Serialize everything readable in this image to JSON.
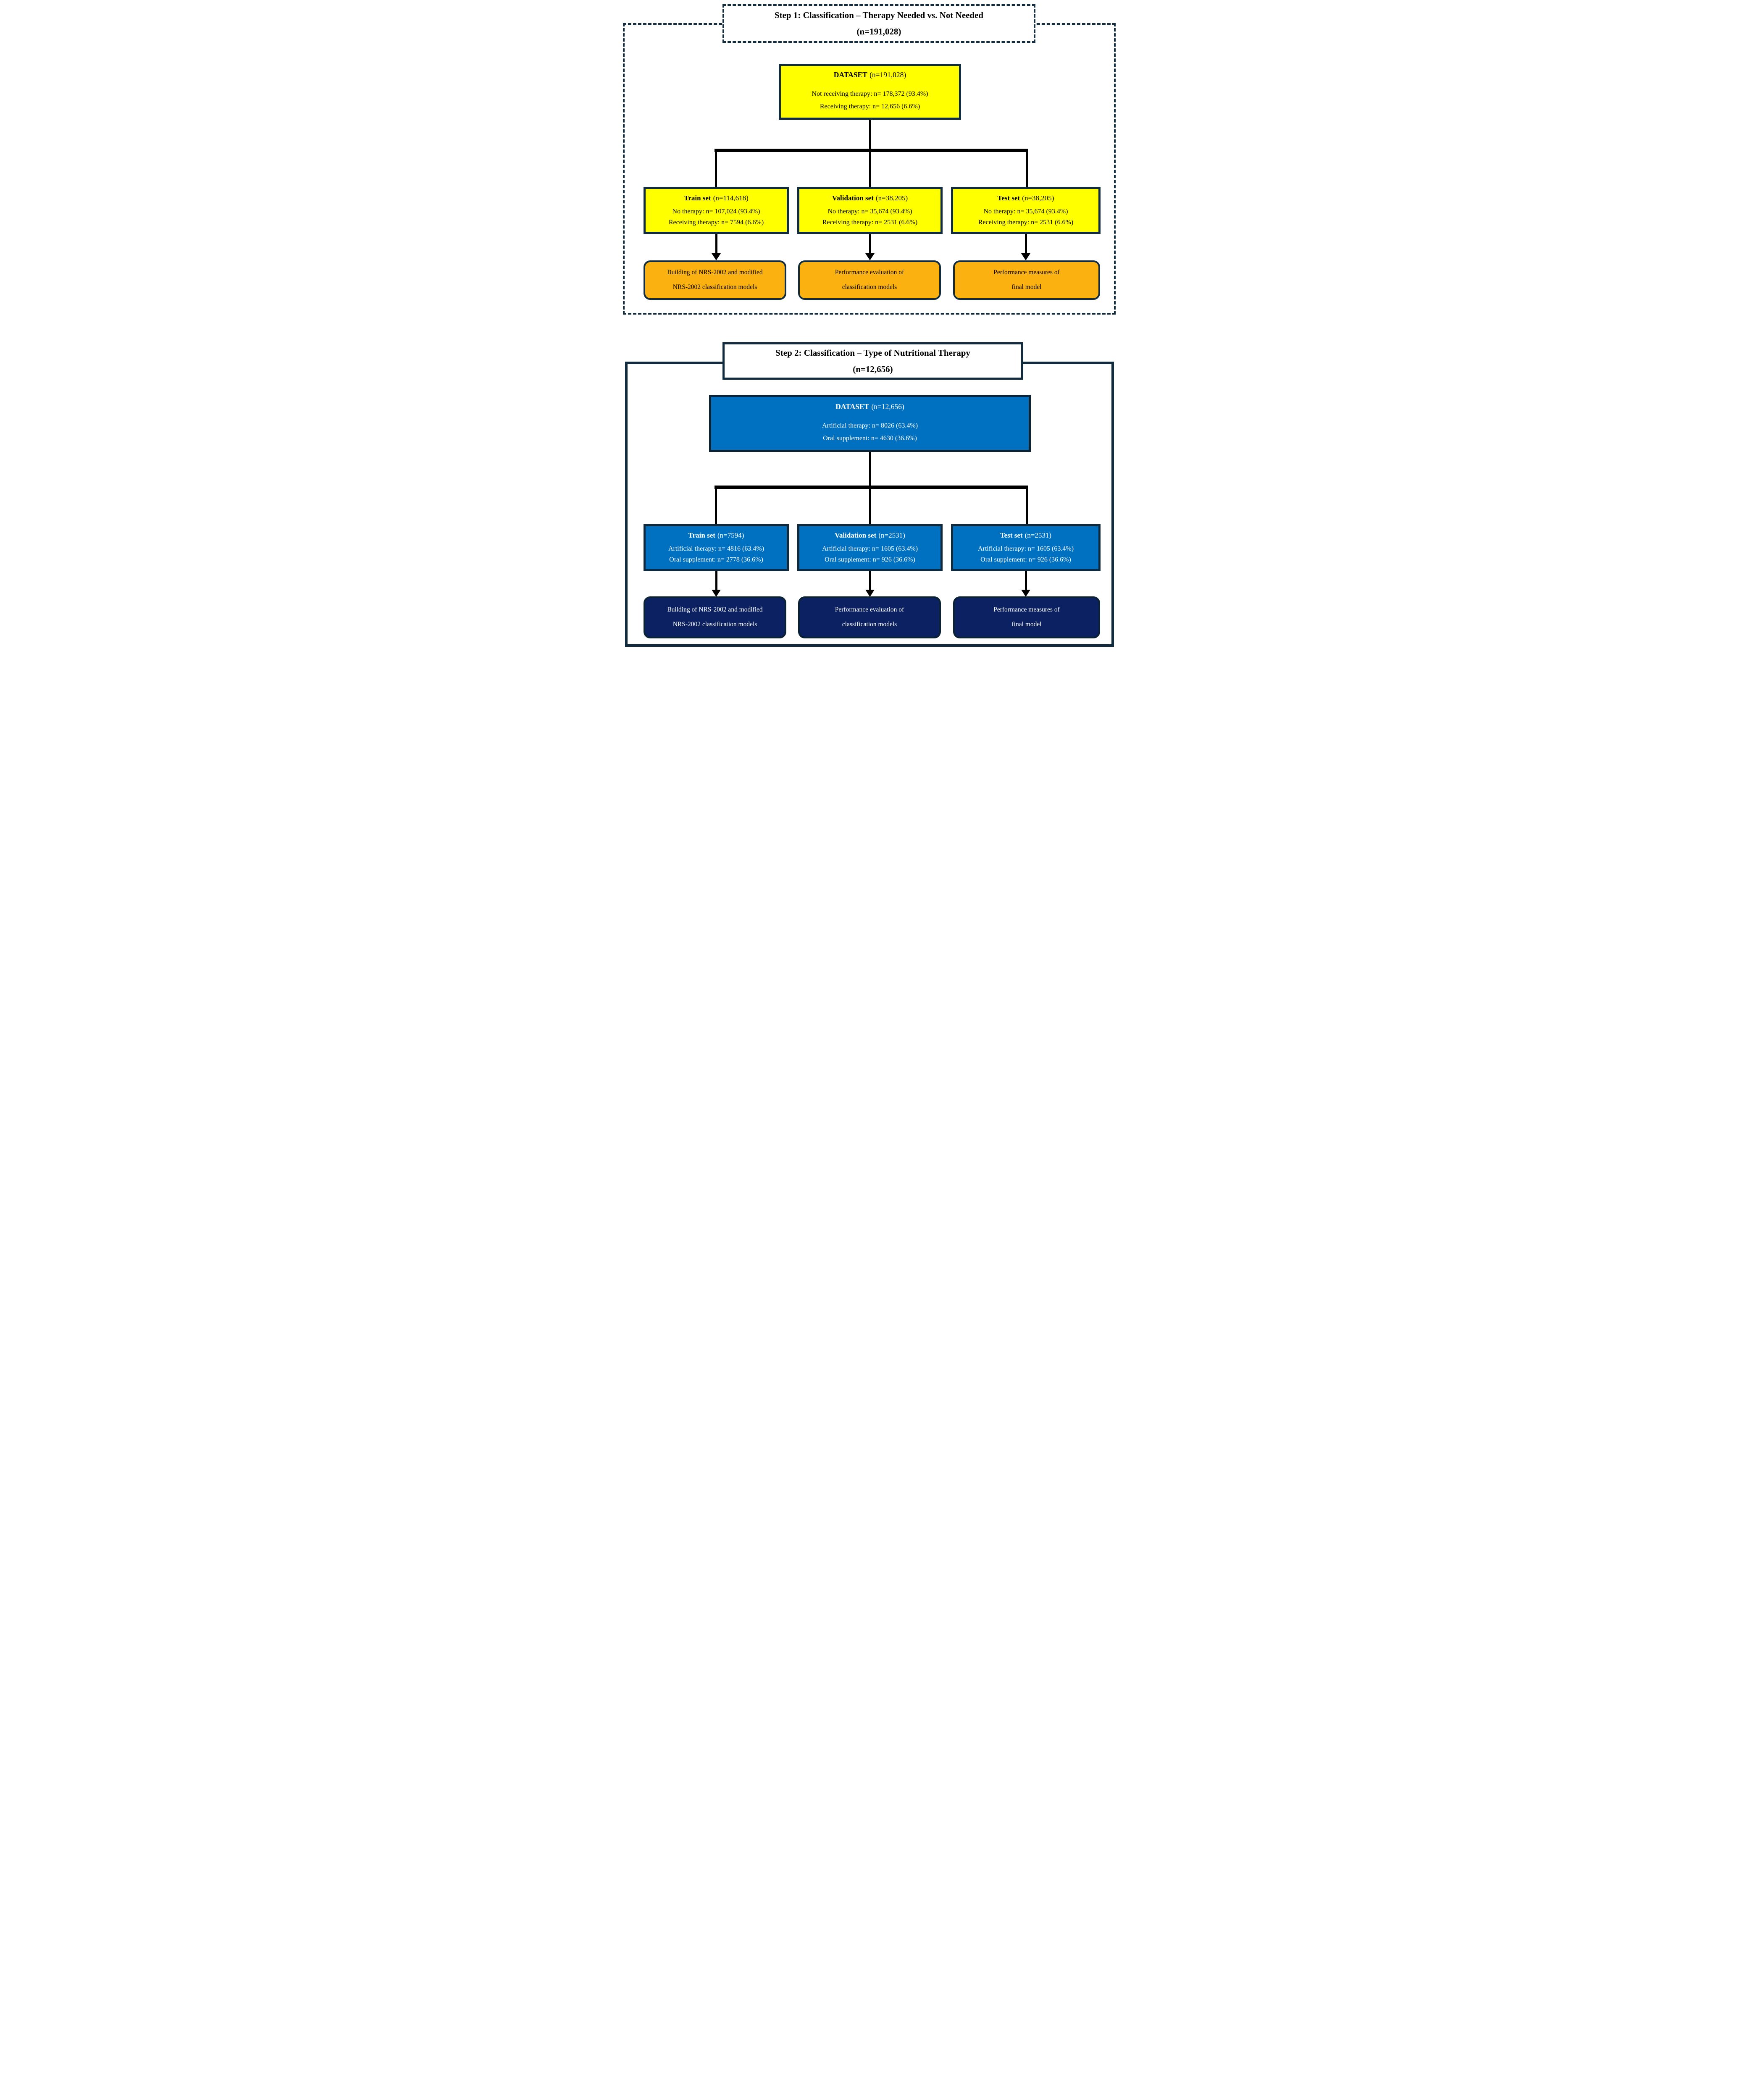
{
  "step1": {
    "title_line1": "Step 1: Classification – Therapy Needed vs. Not Needed",
    "title_line2": "(n=191,028)",
    "dataset": {
      "label": "DATASET",
      "n": "(n=191,028)",
      "line1": "Not receiving therapy: n= 178,372 (93.4%)",
      "line2": "Receiving therapy: n= 12,656 (6.6%)"
    },
    "splits": [
      {
        "label": "Train set",
        "n": "(n=114,618)",
        "line1": "No therapy: n= 107,024 (93.4%)",
        "line2": "Receiving therapy: n= 7594 (6.6%)"
      },
      {
        "label": "Validation set",
        "n": "(n=38,205)",
        "line1": "No therapy: n= 35,674 (93.4%)",
        "line2": "Receiving therapy: n= 2531 (6.6%)"
      },
      {
        "label": "Test set",
        "n": "(n=38,205)",
        "line1": "No therapy: n= 35,674 (93.4%)",
        "line2": "Receiving therapy: n= 2531 (6.6%)"
      }
    ],
    "outcomes": [
      {
        "line1": "Building of NRS-2002 and modified",
        "line2": "NRS-2002 classification models"
      },
      {
        "line1": "Performance evaluation of",
        "line2": "classification models"
      },
      {
        "line1": "Performance measures of",
        "line2": "final model"
      }
    ]
  },
  "step2": {
    "title_line1": "Step 2: Classification – Type of Nutritional Therapy",
    "title_line2": "(n=12,656)",
    "dataset": {
      "label": "DATASET",
      "n": "(n=12,656)",
      "line1": "Artificial therapy: n= 8026 (63.4%)",
      "line2": "Oral supplement: n= 4630 (36.6%)"
    },
    "splits": [
      {
        "label": "Train set",
        "n": "(n=7594)",
        "line1": "Artificial therapy: n= 4816 (63.4%)",
        "line2": "Oral supplement: n= 2778 (36.6%)"
      },
      {
        "label": "Validation set",
        "n": "(n=2531)",
        "line1": "Artificial therapy: n= 1605 (63.4%)",
        "line2": "Oral supplement: n= 926 (36.6%)"
      },
      {
        "label": "Test set",
        "n": "(n=2531)",
        "line1": "Artificial therapy: n= 1605 (63.4%)",
        "line2": "Oral supplement: n= 926 (36.6%)"
      }
    ],
    "outcomes": [
      {
        "line1": "Building of NRS-2002 and modified",
        "line2": "NRS-2002 classification models"
      },
      {
        "line1": "Performance evaluation of",
        "line2": "classification models"
      },
      {
        "line1": "Performance measures of",
        "line2": "final model"
      }
    ]
  },
  "colors": {
    "step1_box_fill": "#FFFF00",
    "step1_outcome_fill": "#FBB110",
    "step2_box_fill": "#0070C0",
    "step2_outcome_fill": "#0B2161",
    "box_border": "#102C3E",
    "connector": "#000000"
  }
}
